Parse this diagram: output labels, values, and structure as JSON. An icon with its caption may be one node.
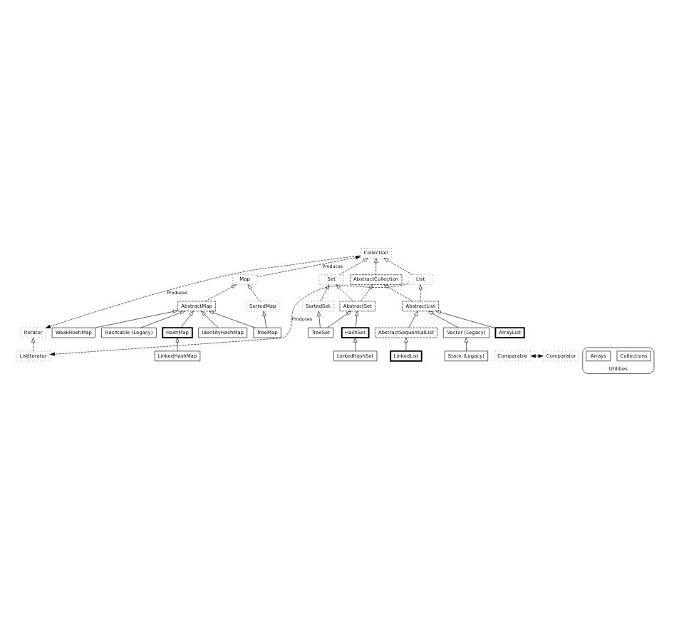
{
  "diagram": {
    "nodes": [
      {
        "text": [
          "Iterator"
        ]
      },
      {
        "text": [
          "Collection"
        ]
      },
      {
        "text": [
          "Map"
        ]
      },
      {
        "text": [
          "ListIterator"
        ]
      },
      {
        "text": [
          "List"
        ]
      },
      {
        "text": [
          "Set"
        ]
      },
      {
        "text": [
          "AbstractMap"
        ]
      },
      {
        "text": [
          "AbstractCollection"
        ]
      },
      {
        "text": [
          "SortedMap"
        ]
      },
      {
        "text": [
          "SortedSet"
        ]
      },
      {
        "text": [
          "AbstractList"
        ]
      },
      {
        "text": [
          "AbstractSet"
        ]
      },
      {
        "text": [
          "HashMap"
        ]
      },
      {
        "text": [
          "TreeMap"
        ]
      },
      {
        "text": [
          "IdentityHashMap"
        ]
      },
      {
        "text": [
          "LinkedHashMap"
        ]
      },
      {
        "text": [
          "HashSet"
        ]
      },
      {
        "text": [
          "TreeSet"
        ]
      },
      {
        "text": [
          "WeakHashMap"
        ]
      },
      {
        "text": [
          "Hashtable (Legacy)"
        ]
      },
      {
        "text": [
          "LinkedHashSet"
        ]
      },
      {
        "text": [
          "Comparable"
        ]
      },
      {
        "text": [
          "Comparator"
        ]
      },
      {
        "text": [
          "Vector (Legacy)"
        ]
      },
      {
        "text": [
          "ArrayList"
        ]
      },
      {
        "text": [
          "AbstractSequentialList"
        ]
      },
      {
        "text": [
          "Utilities"
        ]
      },
      {
        "text": [
          "Collections"
        ],
        "in": 26
      },
      {
        "text": [
          "Arrays"
        ],
        "in": 26
      },
      {
        "text": [
          "Stack (Legacy)"
        ]
      },
      {
        "text": [
          "LinkedList"
        ]
      }
    ],
    "edges": [
      {
        "from": 1,
        "to": 0,
        "arrow": "to",
        "label": "Produces",
        "style": "dashed"
      },
      {
        "from": 2,
        "to": 1,
        "arrow": "to",
        "label": "Produces",
        "style": "dashed"
      },
      {
        "from": 3,
        "to": 0,
        "arrow": "to",
        "style": "dashed"
      },
      {
        "from": 4,
        "to": 3,
        "arrow": "to",
        "label": "Produces",
        "style": "dashed"
      },
      {
        "from": 4,
        "to": 1,
        "arrow": "to",
        "style": "dashed"
      },
      {
        "from": 5,
        "to": 1,
        "arrow": "to",
        "style": "dashed"
      },
      {
        "from": 7,
        "to": 1,
        "arrow": "to",
        "style": "dashed"
      },
      {
        "from": 6,
        "to": 2,
        "arrow": "to",
        "style": "dashed"
      },
      {
        "from": 8,
        "to": 2,
        "arrow": "to",
        "style": "dashed"
      },
      {
        "from": 9,
        "to": 5,
        "arrow": "to",
        "style": "dashed"
      },
      {
        "from": 10,
        "to": 7,
        "arrow": "to",
        "style": "dashed"
      },
      {
        "from": 10,
        "to": 4,
        "arrow": "to",
        "style": "dashed"
      },
      {
        "from": 11,
        "to": 7,
        "arrow": "to",
        "style": "dashed"
      },
      {
        "from": 11,
        "to": 5,
        "arrow": "to",
        "style": "dashed"
      },
      {
        "from": 12,
        "to": 6,
        "arrow": "to"
      },
      {
        "from": 13,
        "to": 6,
        "arrow": "to"
      },
      {
        "from": 14,
        "to": 6,
        "arrow": "to"
      },
      {
        "from": 18,
        "to": 6,
        "arrow": "to"
      },
      {
        "from": 19,
        "to": 6,
        "arrow": "to"
      },
      {
        "from": 13,
        "to": 8,
        "arrow": "to"
      },
      {
        "from": 15,
        "to": 12,
        "arrow": "to"
      },
      {
        "from": 16,
        "to": 11,
        "arrow": "to"
      },
      {
        "from": 17,
        "to": 11,
        "arrow": "to"
      },
      {
        "from": 17,
        "to": 9,
        "arrow": "to"
      },
      {
        "from": 20,
        "to": 16,
        "arrow": "to"
      },
      {
        "from": 23,
        "to": 10,
        "arrow": "to"
      },
      {
        "from": 24,
        "to": 10,
        "arrow": "to"
      },
      {
        "from": 25,
        "to": 10,
        "arrow": "to"
      },
      {
        "from": 29,
        "to": 23,
        "arrow": "to"
      },
      {
        "from": 30,
        "to": 25,
        "arrow": "to"
      },
      {
        "from": 21,
        "to": 22,
        "arrow": "both"
      }
    ]
  }
}
